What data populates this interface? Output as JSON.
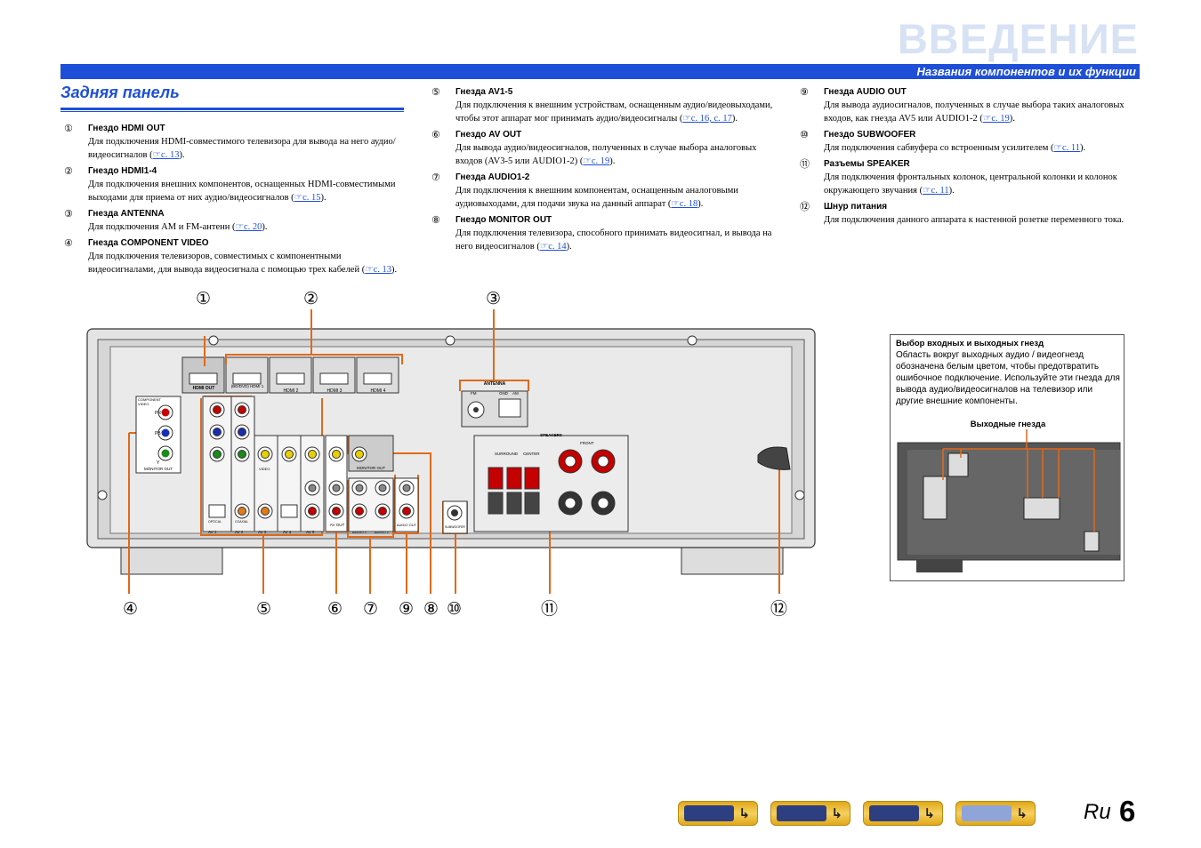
{
  "page": {
    "title": "ВВЕДЕНИЕ",
    "header_bar": "Названия компонентов и их функции",
    "section_title": "Задняя панель",
    "lang": "Ru",
    "page_number": "6"
  },
  "items": [
    {
      "num": "①",
      "title": "Гнездо HDMI OUT",
      "text": "Для подключения HDMI-совместимого телевизора для вывода на него аудио/видеосигналов (",
      "ref": "☞с. 13",
      "after": ")."
    },
    {
      "num": "②",
      "title": "Гнездо HDMI1-4",
      "text": "Для подключения внешних компонентов, оснащенных HDMI-совместимыми выходами для приема от них аудио/видеосигналов (",
      "ref": "☞с. 15",
      "after": ")."
    },
    {
      "num": "③",
      "title": "Гнезда ANTENNA",
      "text": "Для подключения AM и FM-антенн (",
      "ref": "☞с. 20",
      "after": ")."
    },
    {
      "num": "④",
      "title": "Гнезда COMPONENT VIDEO",
      "text": "Для подключения телевизоров, совместимых с компонентными видеосигналами, для вывода видеосигнала с помощью трех кабелей (",
      "ref": "☞с. 13",
      "after": ")."
    },
    {
      "num": "⑤",
      "title": "Гнезда AV1-5",
      "text": "Для подключения к внешним устройствам, оснащенным аудио/видеовыходами, чтобы этот аппарат мог принимать аудио/видеосигналы (",
      "ref": "☞с. 16, с. 17",
      "after": ")."
    },
    {
      "num": "⑥",
      "title": "Гнездо AV OUT",
      "text": "Для вывода аудио/видеосигналов, полученных в случае выбора аналоговых входов (AV3-5 или AUDIO1-2) (",
      "ref": "☞с. 19",
      "after": ")."
    },
    {
      "num": "⑦",
      "title": "Гнезда AUDIO1-2",
      "text": "Для подключения к внешним компонентам, оснащенным аналоговыми аудиовыходами, для подачи звука на данный аппарат (",
      "ref": "☞с. 18",
      "after": ")."
    },
    {
      "num": "⑧",
      "title": "Гнездо MONITOR OUT",
      "text": "Для подключения телевизора, способного принимать видеосигнал, и вывода на него видеосигналов (",
      "ref": "☞с. 14",
      "after": ")."
    },
    {
      "num": "⑨",
      "title": "Гнезда AUDIO OUT",
      "text": "Для вывода аудиосигналов, полученных в случае выбора таких аналоговых входов, как гнезда AV5 или AUDIO1-2 (",
      "ref": "☞с. 19",
      "after": ")."
    },
    {
      "num": "⑩",
      "title": "Гнездо SUBWOOFER",
      "text": "Для подключения сабвуфера со встроенным усилителем (",
      "ref": "☞с. 11",
      "after": ")."
    },
    {
      "num": "⑪",
      "title": "Разъемы SPEAKER",
      "text": "Для подключения фронтальных колонок, центральной колонки и колонок окружающего звучания (",
      "ref": "☞с. 11",
      "after": ")."
    },
    {
      "num": "⑫",
      "title": "Шнур питания",
      "text": "Для подключения данного аппарата к настенной розетке переменного тока.",
      "ref": "",
      "after": ""
    }
  ],
  "callouts_top": [
    "①",
    "②",
    "③"
  ],
  "callouts_bottom": [
    "④",
    "⑤",
    "⑥",
    "⑦",
    "⑨",
    "⑧",
    "⑩",
    "⑪",
    "⑫"
  ],
  "panel_labels": {
    "hdmi_out": "HDMI OUT",
    "hdmi1": "(BD/DVD) HDMI 1",
    "hdmi2": "HDMI 2",
    "hdmi3": "HDMI 3",
    "hdmi4": "HDMI 4",
    "antenna": "ANTENNA",
    "fm": "FM",
    "gnd": "GND",
    "am": "AM",
    "component_video": "COMPONENT VIDEO",
    "monitor_out": "MONITOR OUT",
    "monitor_out2": "MONITOR OUT",
    "speakers": "SPEAKERS",
    "surround": "SURROUND",
    "center": "CENTER",
    "front": "FRONT",
    "subwoofer": "SUBWOOFER",
    "av1": "AV 1",
    "av2": "AV 2",
    "av3": "AV 3",
    "av4": "AV 4",
    "av5": "AV 5",
    "av_out": "AV OUT",
    "audio1": "AUDIO 1",
    "audio2": "AUDIO 2",
    "audio_out": "AUDIO OUT",
    "optical": "OPTICAL",
    "coaxial": "COAXIAL",
    "video": "VIDEO",
    "pr": "PR",
    "pb": "PB",
    "y": "Y"
  },
  "info_box": {
    "title": "Выбор входных и выходных гнезд",
    "text": "Область вокруг выходных аудио / видеогнезд обозначена белым цветом, чтобы предотвратить ошибочное подключение. Используйте эти гнезда для вывода аудио/видеосигналов на телевизор или другие внешние компоненты.",
    "label": "Выходные гнезда"
  },
  "nav_buttons": [
    "front-panel-nav",
    "front-display-nav",
    "rear-panel-nav",
    "remote-nav"
  ]
}
